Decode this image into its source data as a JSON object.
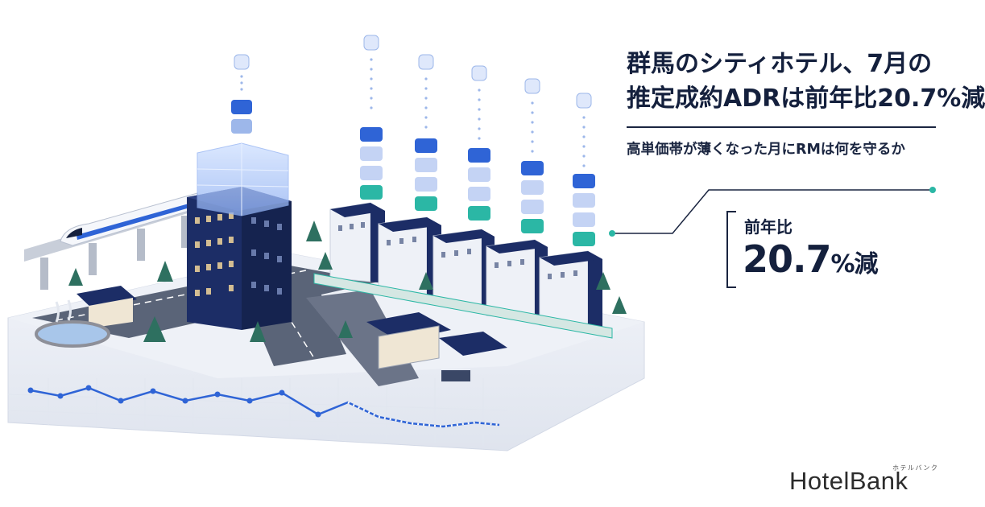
{
  "headline": {
    "line1": "群馬のシティホテル、7月の",
    "line2": "推定成約ADRは前年比20.7%減"
  },
  "subtitle": "高単価帯が薄くなった月にRMは何を守るか",
  "stat": {
    "label": "前年比",
    "number": "20.7",
    "unit": "%減"
  },
  "logo": {
    "text": "HotelBank",
    "ruby": "ホテルバンク"
  },
  "colors": {
    "navy": "#1a2a5c",
    "accent_blue": "#2f64d6",
    "teal": "#2bb7a5",
    "pale_blue": "#9db7ea"
  }
}
